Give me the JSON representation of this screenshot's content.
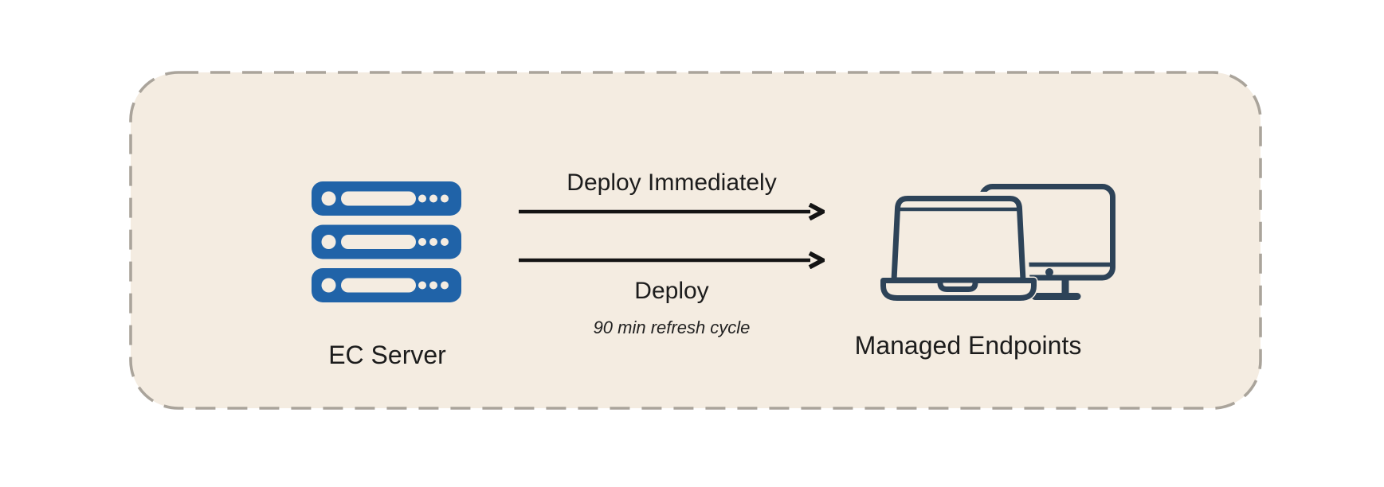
{
  "diagram": {
    "nodes": {
      "server": {
        "label": "EC Server",
        "icon": "server-rack-icon"
      },
      "endpoints": {
        "label": "Managed Endpoints",
        "icon": "laptop-desktop-icon"
      }
    },
    "arrows": [
      {
        "label": "Deploy Immediately",
        "sublabel": ""
      },
      {
        "label": "Deploy",
        "sublabel": "90 min refresh cycle"
      }
    ],
    "colors": {
      "server_icon": "#2063a8",
      "endpoints_icon": "#2d4358",
      "panel_bg": "#f4ece1",
      "panel_border": "#aaa49b",
      "arrow": "#141414",
      "text": "#1c1c1c"
    }
  }
}
